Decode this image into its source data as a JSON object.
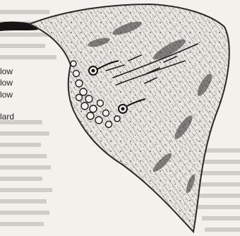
{
  "page": {
    "background": "#f2f1ec",
    "ink": "#1e1e1e"
  },
  "text_fragments": [
    "low",
    "low",
    "low",
    "lard"
  ],
  "illustration": {
    "icon": "leaf-sketch-icon"
  }
}
